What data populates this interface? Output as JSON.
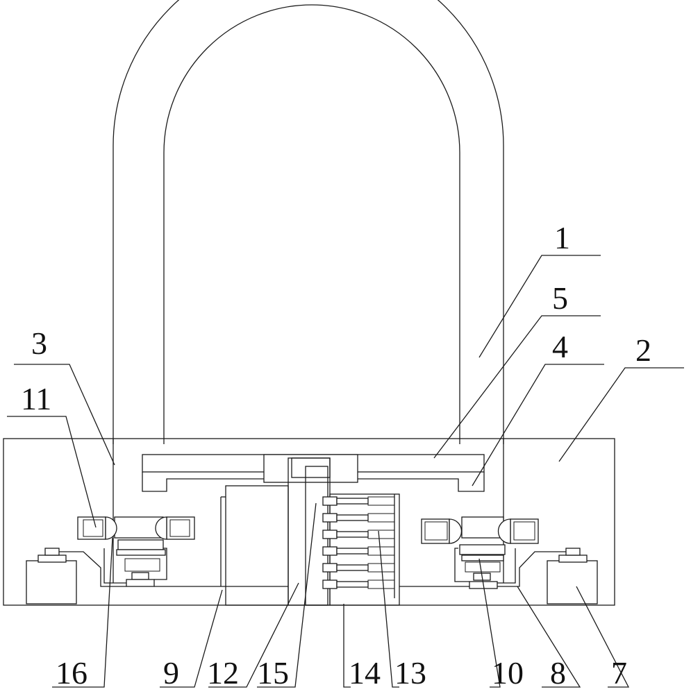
{
  "labels": {
    "l1": "1",
    "l2": "2",
    "l3": "3",
    "l4": "4",
    "l5": "5",
    "l7": "7",
    "l8": "8",
    "l9": "9",
    "l10": "10",
    "l11": "11",
    "l12": "12",
    "l13": "13",
    "l14": "14",
    "l15": "15",
    "l16": "16"
  }
}
